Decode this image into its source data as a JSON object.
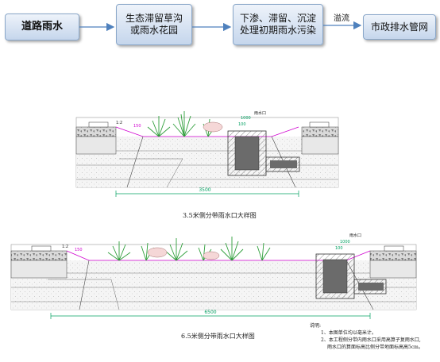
{
  "flow": {
    "box1": "道路雨水",
    "box2_line1": "生态滞留草沟",
    "box2_line2": "或雨水花园",
    "box3_line1": "下渗、滞留、沉淀",
    "box3_line2": "处理初期雨水污染",
    "box4": "市政排水管网",
    "arrow_label": "溢流"
  },
  "section1": {
    "caption": "3.5米侧分带雨水口大样图",
    "width_dim": "3500",
    "dim_1000": "1000",
    "dim_100": "100",
    "dim_150": "150",
    "slope": "1:2",
    "inlet_label": "雨水口"
  },
  "section2": {
    "caption": "6.5米侧分带雨水口大样图",
    "width_dim": "6500",
    "dim_1000": "1000",
    "dim_100": "100",
    "dim_150": "150",
    "slope": "1:2",
    "inlet_label": "雨水口"
  },
  "notes": {
    "title": "说明:",
    "line1": "1、本图单位均以毫米计。",
    "line2": "2、本工程侧分带内雨水口采用高算子复雨水口,",
    "line3": "雨水口的算面标高比侧分带地面标高高5cm。"
  },
  "colors": {
    "box_border": "#8aa7c9",
    "arrow": "#4f81bd",
    "soil": "#f2f2f2",
    "structure": "#8a8a8a",
    "plant": "#2e9e3a",
    "dimension": "#00a060",
    "magenta": "#d000d0"
  }
}
